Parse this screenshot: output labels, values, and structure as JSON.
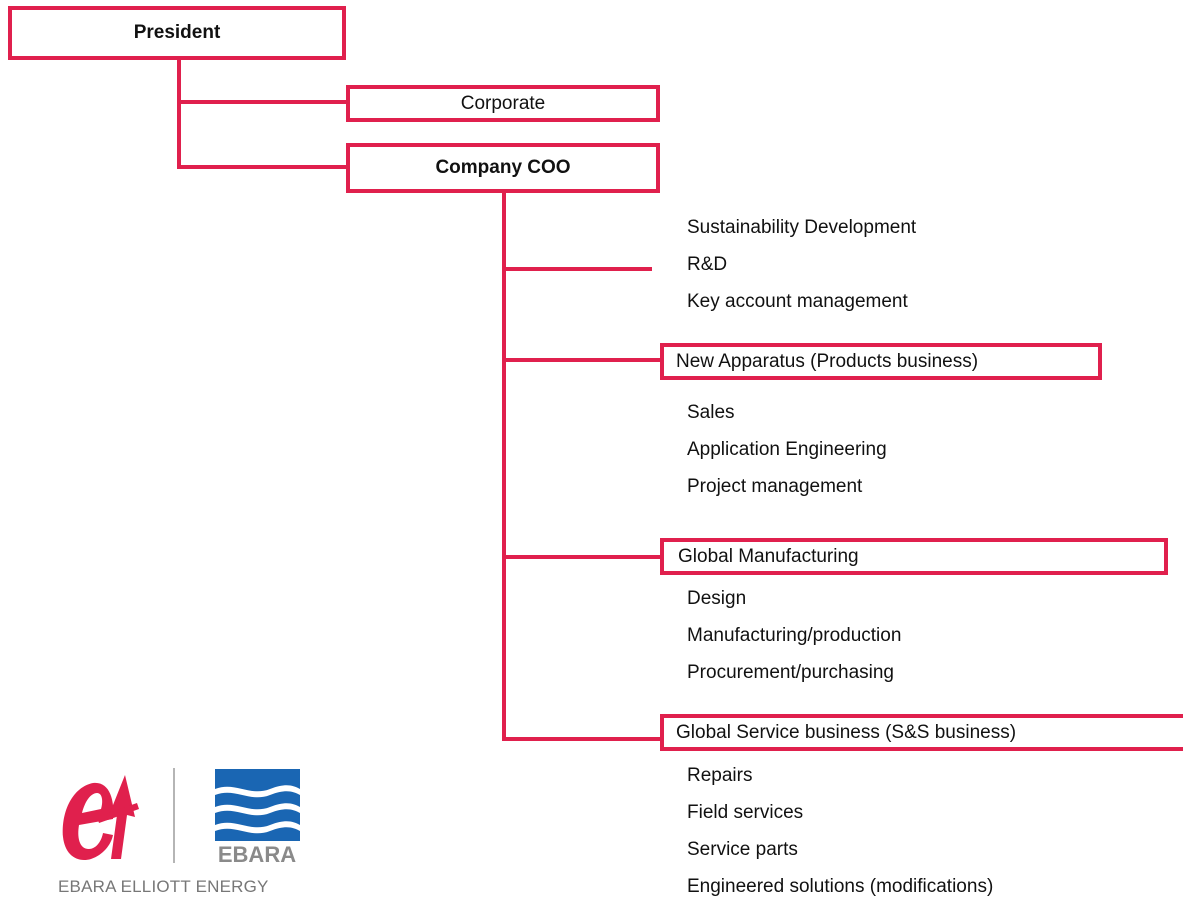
{
  "colors": {
    "accent": "#e0204d",
    "ebara_blue": "#1a66b3",
    "logo_gray": "#8a8a8a"
  },
  "nodes": {
    "president": "President",
    "corporate": "Corporate",
    "company_coo": "Company COO",
    "new_apparatus": "New Apparatus (Products business)",
    "global_manufacturing": "Global Manufacturing",
    "global_service": "Global Service business (S&S business)"
  },
  "groups": {
    "coo_functions": [
      "Sustainability Development",
      "R&D",
      "Key account management"
    ],
    "new_apparatus_items": [
      "Sales",
      "Application Engineering",
      "Project management"
    ],
    "manufacturing_items": [
      "Design",
      "Manufacturing/production",
      "Procurement/purchasing"
    ],
    "service_items": [
      "Repairs",
      "Field services",
      "Service parts",
      "Engineered solutions (modifications)"
    ]
  },
  "logo": {
    "wordmark": "EBARA",
    "company_name": "EBARA ELLIOTT ENERGY",
    "icon": "ebara-elliott-logo-icon"
  }
}
